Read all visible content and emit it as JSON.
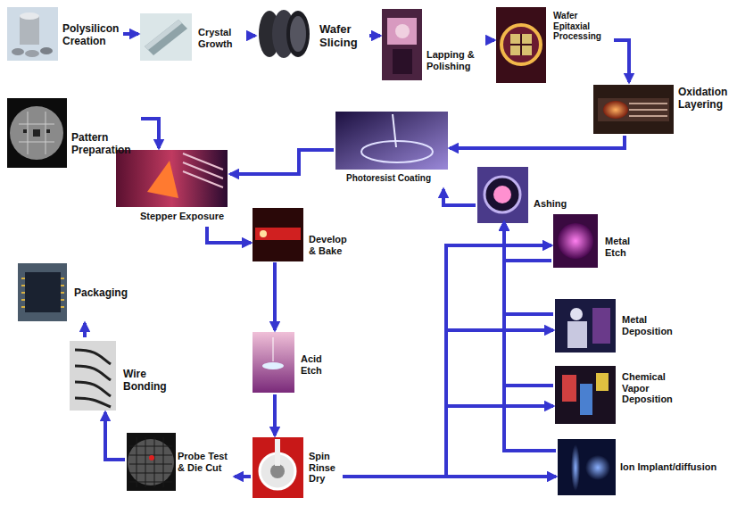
{
  "diagram": {
    "nodes": [
      {
        "text": [
          "Polysilicon Creation"
        ]
      },
      {
        "text": [
          "Crystal Growth"
        ]
      },
      {
        "text": [
          "Wafer Slicing"
        ]
      },
      {
        "text": [
          "Lapping & Polishing"
        ]
      },
      {
        "text": [
          "Wafer Epitaxial Processing"
        ]
      },
      {
        "text": [
          "Oxidation Layering"
        ]
      },
      {
        "text": [
          "Pattern Preparation"
        ]
      },
      {
        "text": [
          "Photoresist Coating"
        ]
      },
      {
        "text": [
          "Stepper Exposure"
        ]
      },
      {
        "text": [
          "Ashing"
        ]
      },
      {
        "text": [
          "Develop & Bake"
        ]
      },
      {
        "text": [
          "Metal Etch"
        ]
      },
      {
        "text": [
          "Metal Deposition"
        ]
      },
      {
        "text": [
          "Acid Etch"
        ]
      },
      {
        "text": [
          "Chemical Vapor Deposition"
        ]
      },
      {
        "text": [
          "Packaging"
        ]
      },
      {
        "text": [
          "Wire Bonding"
        ]
      },
      {
        "text": [
          "Ion Implant/diffusion"
        ]
      },
      {
        "text": [
          "Probe Test & Die Cut"
        ]
      },
      {
        "text": [
          "Spin Rinse Dry"
        ]
      }
    ],
    "edges": [
      {
        "from": 0,
        "to": 1,
        "arrow": "to"
      },
      {
        "from": 1,
        "to": 2,
        "arrow": "to"
      },
      {
        "from": 2,
        "to": 3,
        "arrow": "to"
      },
      {
        "from": 3,
        "to": 4,
        "arrow": "to"
      },
      {
        "from": 4,
        "to": 5,
        "arrow": "to"
      },
      {
        "from": 5,
        "to": 7,
        "arrow": "to"
      },
      {
        "from": 6,
        "to": 8,
        "arrow": "to"
      },
      {
        "from": 7,
        "to": 8,
        "arrow": "to"
      },
      {
        "from": 8,
        "to": 10,
        "arrow": "to"
      },
      {
        "from": 10,
        "to": 13,
        "arrow": "to"
      },
      {
        "from": 13,
        "to": 19,
        "arrow": "to"
      },
      {
        "from": 19,
        "to": 18,
        "arrow": "to"
      },
      {
        "from": 18,
        "to": 16,
        "arrow": "to"
      },
      {
        "from": 16,
        "to": 15,
        "arrow": "to"
      },
      {
        "from": 19,
        "to": 17,
        "arrow": "to"
      },
      {
        "from": 19,
        "to": 14,
        "arrow": "to"
      },
      {
        "from": 19,
        "to": 12,
        "arrow": "to"
      },
      {
        "from": 19,
        "to": 11,
        "arrow": "to"
      },
      {
        "from": 17,
        "to": 9,
        "arrow": "to"
      },
      {
        "from": 14,
        "to": 9,
        "arrow": "to"
      },
      {
        "from": 12,
        "to": 9,
        "arrow": "to"
      },
      {
        "from": 11,
        "to": 9,
        "arrow": "to"
      },
      {
        "from": 9,
        "to": 7,
        "arrow": "to"
      }
    ]
  }
}
